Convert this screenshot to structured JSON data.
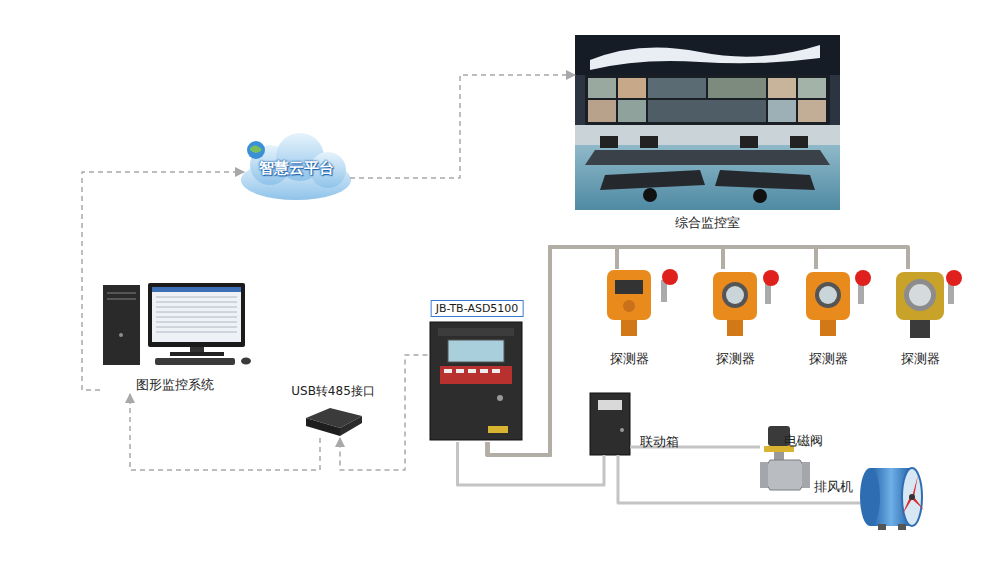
{
  "diagram": {
    "nodes": [
      {
        "text": [
          "综合监控室"
        ]
      },
      {
        "text": [
          "智慧云平台"
        ]
      },
      {
        "text": [
          "JB-TB-ASD5100"
        ]
      },
      {
        "text": [
          "探测器"
        ]
      },
      {
        "text": [
          "探测器"
        ]
      },
      {
        "text": [
          "探测器"
        ]
      },
      {
        "text": [
          "探测器"
        ]
      },
      {
        "text": [
          "图形监控系统"
        ]
      },
      {
        "text": [
          "USB转485接口"
        ]
      },
      {
        "text": [
          "联动箱"
        ]
      },
      {
        "text": [
          "电磁阀"
        ]
      },
      {
        "text": [
          "排风机"
        ]
      }
    ],
    "edges": [
      {
        "from": 7,
        "to": 1,
        "arrow": "to"
      },
      {
        "from": 1,
        "to": 0,
        "arrow": "to"
      },
      {
        "from": 2,
        "to": 8,
        "arrow": "to"
      },
      {
        "from": 8,
        "to": 7,
        "arrow": "to"
      },
      {
        "from": 2,
        "to": 3,
        "arrow": "none"
      },
      {
        "from": 2,
        "to": 4,
        "arrow": "none"
      },
      {
        "from": 2,
        "to": 5,
        "arrow": "none"
      },
      {
        "from": 2,
        "to": 6,
        "arrow": "none"
      },
      {
        "from": 2,
        "to": 9,
        "arrow": "none"
      },
      {
        "from": 9,
        "to": 10,
        "arrow": "none"
      },
      {
        "from": 9,
        "to": 11,
        "arrow": "none"
      }
    ]
  }
}
